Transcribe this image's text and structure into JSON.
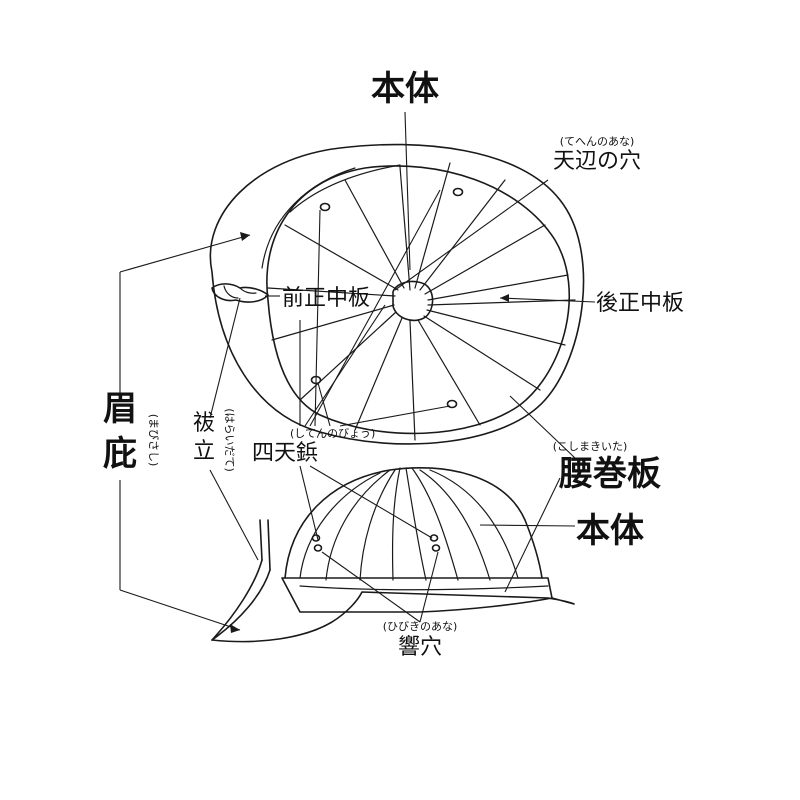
{
  "labels": {
    "body_top": "本体",
    "tenpen_ruby": "(てへんのあな)",
    "tenpen": "天辺の穴",
    "mae_shoitaban": "前正中板",
    "ushiro_shoitaban": "後正中板",
    "mabisashi_ruby": "(まびさし)",
    "mabisashi": "眉庇",
    "haraidate_ruby": "(はらいだて)",
    "haraidate": "祓立",
    "shitenbyo_ruby": "(してんのびょう)",
    "shitenbyo": "四天鋲",
    "koshimaki_ruby": "(こしまきいた)",
    "koshimaki": "腰巻板",
    "body_side": "本体",
    "hibiki_ruby": "(ひびきのあな)",
    "hibiki": "響穴"
  }
}
